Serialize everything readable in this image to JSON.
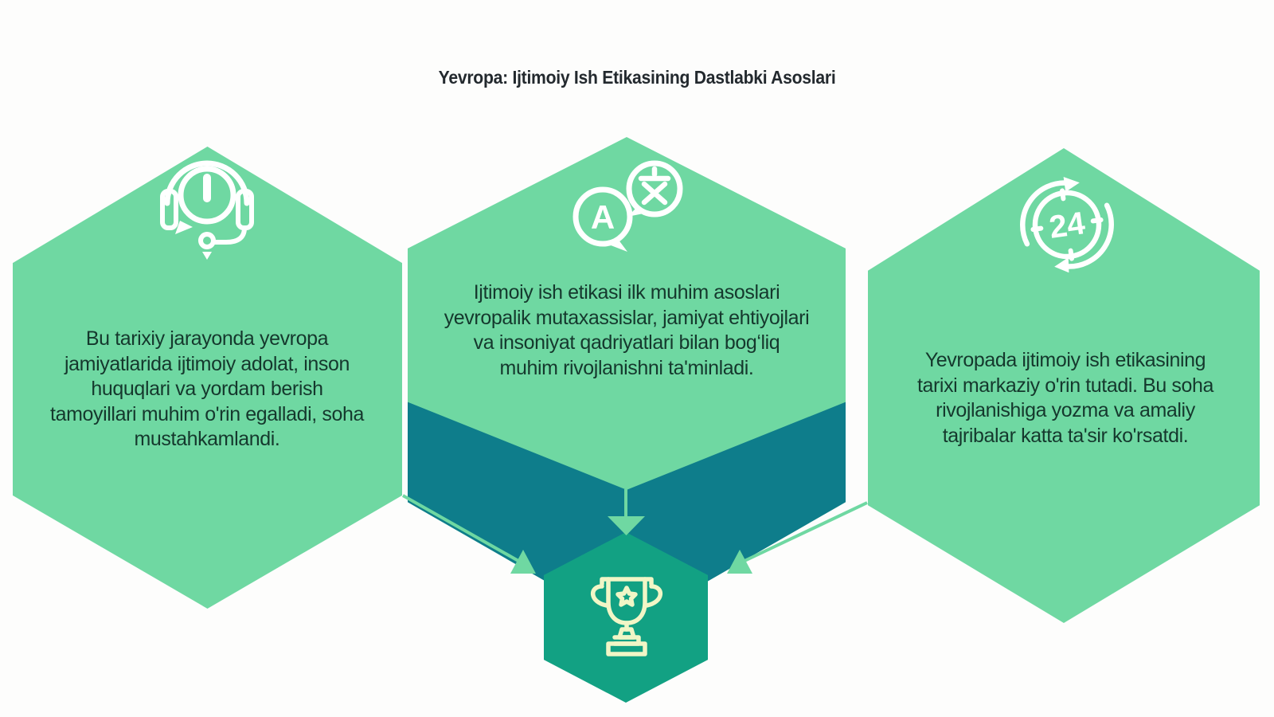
{
  "title": "Yevropa: Ijtimoiy Ish Etikasining Dastlabki Asoslari",
  "colors": {
    "hexagon_green": "#6fd8a2",
    "dark_teal": "#0e7d8b",
    "badge_teal": "#12a183",
    "trophy_yellow": "#f1f6c6",
    "icon_white": "#ffffff",
    "body_text": "#15382d",
    "title_text": "#23292e",
    "background": "#fdfdfc"
  },
  "cards": [
    {
      "id": "left",
      "icon": "support-headset-icon",
      "text": "Bu tarixiy jarayonda yevropa\njamiyatlarida ijtimoiy adolat, inson\nhuquqlari va yordam berish\ntamoyillari muhim o'rin egalladi, soha\nmustahkamlandi."
    },
    {
      "id": "center",
      "icon": "translation-icon",
      "icon_letter": "A",
      "text": "Ijtimoiy ish etikasi ilk muhim asoslari\nyevropalik mutaxassislar, jamiyat ehtiyojlari\nva insoniyat qadriyatlari bilan bogʻliq\nmuhim rivojlanishni ta'minladi."
    },
    {
      "id": "right",
      "icon": "24-hours-icon",
      "icon_label": "24",
      "text": "Yevropada ijtimoiy ish etikasining\ntarixi markaziy o'rin tutadi. Bu soha\nrivojlanishiga yozma va amaliy\ntajribalar katta ta'sir ko'rsatdi."
    }
  ],
  "center_badge": {
    "icon": "trophy-icon"
  }
}
